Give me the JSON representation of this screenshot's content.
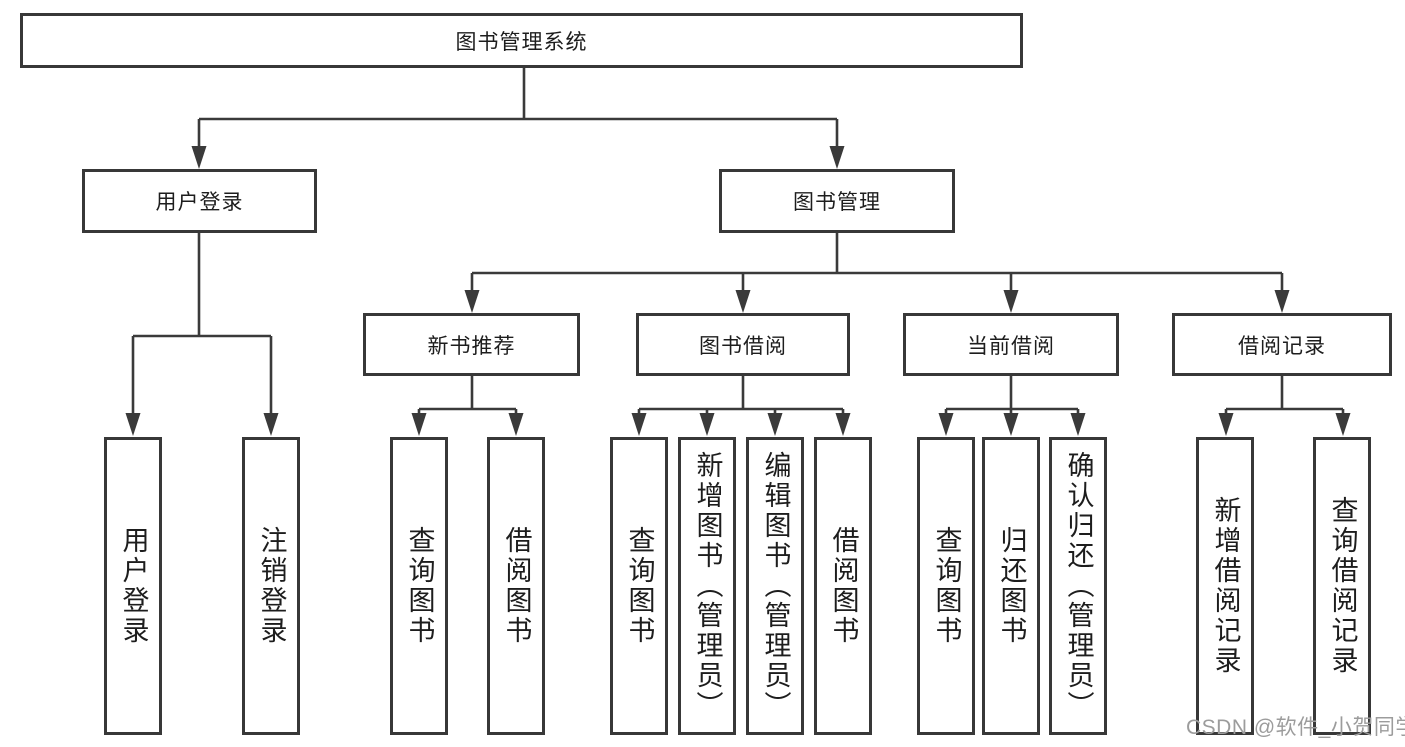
{
  "diagram_title": "图书管理系统",
  "tree": {
    "label": "图书管理系统",
    "children": [
      {
        "label": "用户登录",
        "children": [
          {
            "label": "用户登录"
          },
          {
            "label": "注销登录"
          }
        ]
      },
      {
        "label": "图书管理",
        "children": [
          {
            "label": "新书推荐",
            "children": [
              {
                "label": "查询图书"
              },
              {
                "label": "借阅图书"
              }
            ]
          },
          {
            "label": "图书借阅",
            "children": [
              {
                "label": "查询图书"
              },
              {
                "label": "新增图书（管理员）"
              },
              {
                "label": "编辑图书（管理员）"
              },
              {
                "label": "借阅图书"
              }
            ]
          },
          {
            "label": "当前借阅",
            "children": [
              {
                "label": "查询图书"
              },
              {
                "label": "归还图书"
              },
              {
                "label": "确认归还（管理员）"
              }
            ]
          },
          {
            "label": "借阅记录",
            "children": [
              {
                "label": "新增借阅记录"
              },
              {
                "label": "查询借阅记录"
              }
            ]
          }
        ]
      }
    ]
  },
  "watermark": {
    "text": "CSDN @软件_小贺同学"
  },
  "colors": {
    "line": "#3a3a3a",
    "box_border": "#383838",
    "text": "#1d1d1d",
    "watermark": "#9c9c9c",
    "background": "#ffffff"
  }
}
